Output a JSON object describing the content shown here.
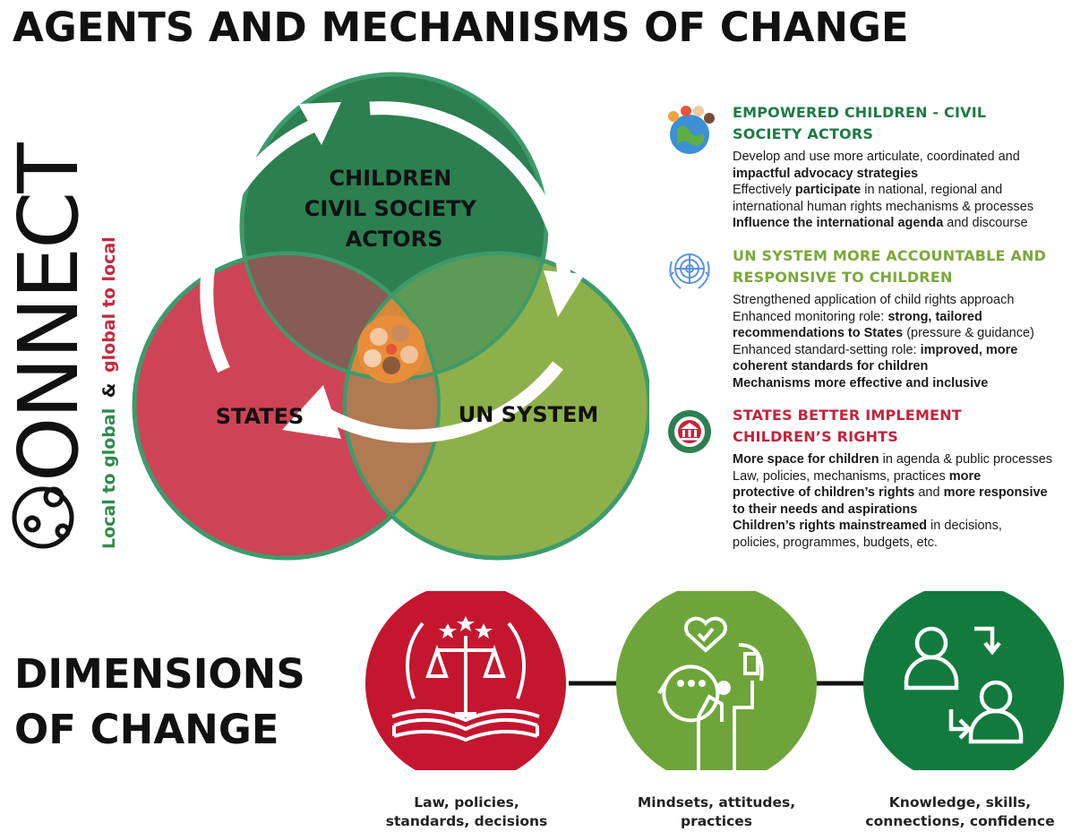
{
  "title": "AGENTS AND MECHANISMS OF CHANGE",
  "logo": {
    "wordmark": "CONNECT",
    "tagline_part1": "Local to global",
    "tagline_amp": "&",
    "tagline_part2": "global to local"
  },
  "venn": {
    "children_label": [
      "CHILDREN",
      "CIVIL SOCIETY",
      "ACTORS"
    ],
    "states_label": "STATES",
    "un_label": "UN SYSTEM"
  },
  "sections": [
    {
      "icon": "globe-children-icon",
      "color": "#1e7a45",
      "title_lines": [
        "EMPOWERED CHILDREN - CIVIL",
        "SOCIETY ACTORS"
      ],
      "lines": [
        [
          {
            "t": "Develop and use more articulate, coordinated and",
            "b": false
          }
        ],
        [
          {
            "t": "impactful advocacy strategies",
            "b": true
          }
        ],
        [
          {
            "t": "Effectively ",
            "b": false
          },
          {
            "t": "participate",
            "b": true
          },
          {
            "t": " in national, regional and",
            "b": false
          }
        ],
        [
          {
            "t": "international human rights mechanisms & processes",
            "b": false
          }
        ],
        [
          {
            "t": "Influence the international agenda",
            "b": true
          },
          {
            "t": " and discourse",
            "b": false
          }
        ]
      ]
    },
    {
      "icon": "un-emblem-icon",
      "color": "#7aa83a",
      "title_lines": [
        "UN SYSTEM MORE ACCOUNTABLE AND",
        "RESPONSIVE TO CHILDREN"
      ],
      "lines": [
        [
          {
            "t": "Strengthened application of child rights approach",
            "b": false
          }
        ],
        [
          {
            "t": "Enhanced monitoring role: ",
            "b": false
          },
          {
            "t": "strong, tailored",
            "b": true
          }
        ],
        [
          {
            "t": "recommendations to States",
            "b": true
          },
          {
            "t": " (pressure & guidance)",
            "b": false
          }
        ],
        [
          {
            "t": "Enhanced standard-setting role: ",
            "b": false
          },
          {
            "t": "improved, more",
            "b": true
          }
        ],
        [
          {
            "t": "coherent standards for children",
            "b": true
          }
        ],
        [
          {
            "t": "Mechanisms more effective and inclusive",
            "b": true
          }
        ]
      ]
    },
    {
      "icon": "government-building-icon",
      "color": "#c4233a",
      "title_lines": [
        "STATES BETTER IMPLEMENT",
        "CHILDREN’S RIGHTS"
      ],
      "lines": [
        [
          {
            "t": "More space for children",
            "b": true
          },
          {
            "t": " in agenda & public processes",
            "b": false
          }
        ],
        [
          {
            "t": "Law, policies, mechanisms, practices ",
            "b": false
          },
          {
            "t": "more",
            "b": true
          }
        ],
        [
          {
            "t": "protective of children’s rights",
            "b": true
          },
          {
            "t": " and ",
            "b": false
          },
          {
            "t": "more responsive",
            "b": true
          }
        ],
        [
          {
            "t": "to their needs and aspirations",
            "b": true
          }
        ],
        [
          {
            "t": "Children’s rights mainstreamed",
            "b": true
          },
          {
            "t": " in decisions,",
            "b": false
          }
        ],
        [
          {
            "t": "policies, programmes, budgets, etc.",
            "b": false
          }
        ]
      ]
    }
  ],
  "dimensions": {
    "title_lines": [
      "DIMENSIONS",
      "OF CHANGE"
    ],
    "items": [
      {
        "icon": "law-scales-book-icon",
        "color": "#c4162f",
        "caption_lines": [
          "Law, policies,",
          "standards, decisions"
        ]
      },
      {
        "icon": "mindset-people-icon",
        "color": "#6ea53a",
        "caption_lines": [
          "Mindsets, attitudes,",
          "practices"
        ]
      },
      {
        "icon": "knowledge-exchange-icon",
        "color": "#137a3e",
        "caption_lines": [
          "Knowledge, skills,",
          "connections, confidence"
        ]
      }
    ]
  },
  "colors": {
    "children_circle": "#2c7f50",
    "states_circle": "#cf4356",
    "un_circle": "#8db04a",
    "circle_stroke": "#3d9b6b",
    "tagline_green": "#2f8a4a",
    "tagline_red": "#c6283d"
  }
}
